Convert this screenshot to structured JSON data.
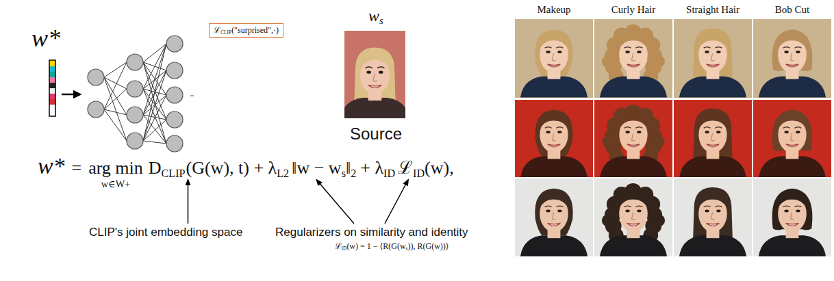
{
  "diagram": {
    "nodes": [
      {
        "text": [
          "ℒ",
          "CLIP",
          "(\"surprised\",·)"
        ]
      }
    ],
    "labels": [
      "w*",
      "w",
      "s",
      "Source",
      "w*",
      "=",
      "arg min",
      "w∈W+",
      "D",
      "CLIP",
      "(G(w), t) + λ",
      "L2",
      "‖w − w",
      "s",
      "‖",
      "2",
      "+ λ",
      "ID",
      "ℒ",
      "ID",
      "(w),",
      "CLIP's joint embedding space",
      "Regularizers on similarity and identity",
      "ℒ",
      "ID",
      "(w) = 1 − ⟨R(G(w",
      "s",
      ")), R(G(w))⟩",
      "Makeup",
      "Curly Hair",
      "Straight Hair",
      "Bob Cut"
    ]
  }
}
